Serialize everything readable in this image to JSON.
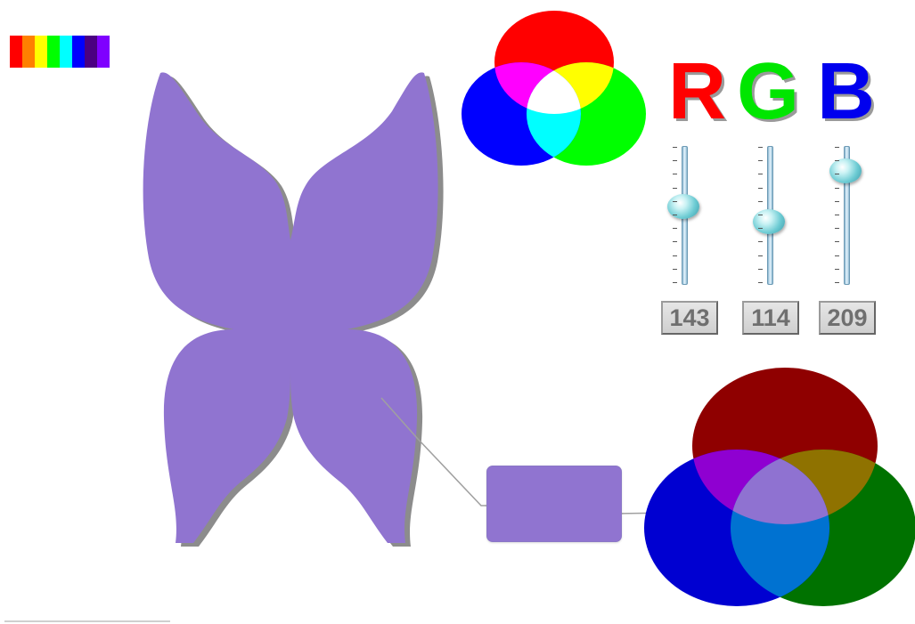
{
  "rainbow": {
    "colors": [
      "#ff0000",
      "#ff8000",
      "#ffff00",
      "#00ff00",
      "#00ffff",
      "#0000ff",
      "#4b0082",
      "#7f00ff"
    ]
  },
  "butterfly": {
    "fill": "#9074d0",
    "shadow": "#8c8c8c"
  },
  "color_box": {
    "fill": "#9074d0"
  },
  "rgb_title": {
    "r": "R",
    "g": "G",
    "b": "B",
    "r_color": "#ff0000",
    "g_color": "#00e600",
    "b_color": "#0000ee"
  },
  "sliders": {
    "red": {
      "value": "143",
      "level": 0.56
    },
    "green": {
      "value": "114",
      "level": 0.45
    },
    "blue": {
      "value": "209",
      "level": 0.82
    }
  },
  "venn_top": {
    "red": "#ff0000",
    "green": "#00ff00",
    "blue": "#0000ff",
    "red_green": "#ffff00",
    "red_blue": "#ff00ff",
    "green_blue": "#00ffff",
    "center": "#ffffff"
  },
  "venn_bottom": {
    "red": "#8f0000",
    "green": "#007200",
    "blue": "#0000d1",
    "red_green": "#8f7200",
    "red_blue": "#8f00d1",
    "green_blue": "#0072d1",
    "center": "#8f72d1"
  }
}
